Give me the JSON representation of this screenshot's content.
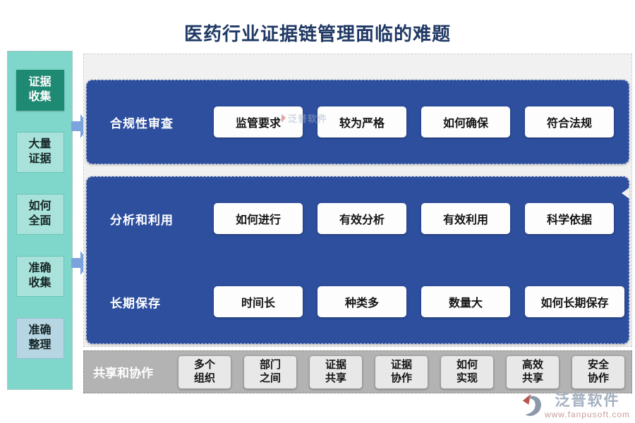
{
  "title": "医药行业证据链管理面临的难题",
  "sidebar": {
    "items": [
      {
        "label": "证据\n收集"
      },
      {
        "label": "大量\n证据"
      },
      {
        "label": "如何\n全面"
      },
      {
        "label": "准确\n收集"
      },
      {
        "label": "准确\n整理"
      }
    ]
  },
  "sections": {
    "compliance": {
      "label": "合规性审查",
      "items": [
        "监管要求",
        "较为严格",
        "如何确保",
        "符合法规"
      ]
    },
    "analysis": {
      "label": "分析和利用",
      "items": [
        "如何进行",
        "有效分析",
        "有效利用",
        "科学依据"
      ]
    },
    "storage": {
      "label": "长期保存",
      "items": [
        "时间长",
        "种类多",
        "数量大",
        "如何长期保存"
      ]
    },
    "sharing": {
      "label": "共享和协作",
      "items": [
        "多个\n组织",
        "部门\n之间",
        "证据\n共享",
        "证据\n协作",
        "如何\n实现",
        "高效\n共享",
        "安全\n协作"
      ]
    }
  },
  "watermark": "泛普软件",
  "brand": {
    "name": "泛普软件",
    "url": "www.fanpusoft.com"
  },
  "colors": {
    "title": "#1f3864",
    "sidebar_bg": "#7fd6cb",
    "sidebar_item_dark": "#1f8a73",
    "sidebar_item_light": "#a9e2da",
    "sidebar_item_blue": "#b7d6e3",
    "arrow": "#7ba3dd",
    "panel_blue": "#2d4f9e",
    "panel_gray": "#f1f1f2",
    "bottom_bar": "#b3b3b3",
    "chip_bg": "#fdfdfd"
  }
}
